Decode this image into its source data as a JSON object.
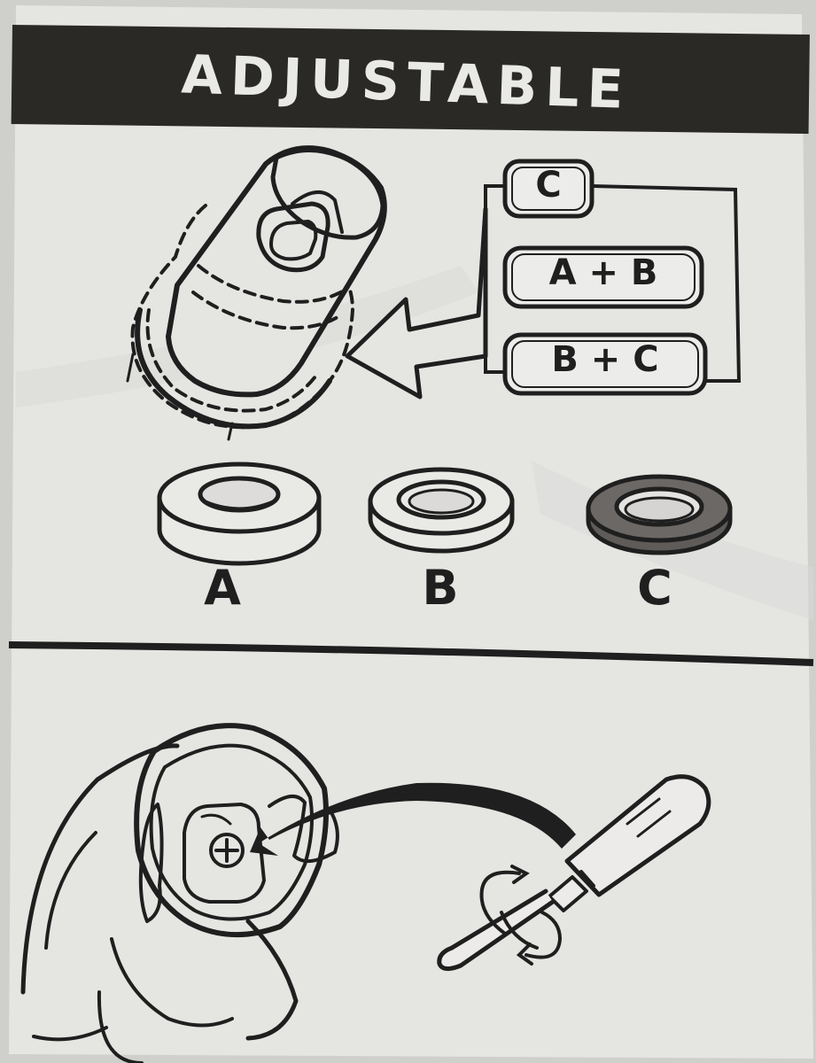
{
  "header": {
    "title": "ADJUSTABLE"
  },
  "combinations": {
    "option_1": "C",
    "option_2": "A + B",
    "option_3": "B + C"
  },
  "rings": {
    "a": {
      "label": "A",
      "color": "#e9e9e6"
    },
    "b": {
      "label": "B",
      "color": "#e9e9e6"
    },
    "c": {
      "label": "C",
      "color": "#6b6866"
    }
  },
  "colors": {
    "paper": "#e4e4e1",
    "ink": "#1f1f1f",
    "header_band": "#2b2926"
  },
  "icons": {
    "valve_cap": "valve-cap-illustration",
    "arrow": "left-arrow-icon",
    "screwdriver": "screwdriver-icon",
    "rotate": "rotate-arrows-icon",
    "gas_bottle": "gas-bottle-valve-illustration"
  }
}
